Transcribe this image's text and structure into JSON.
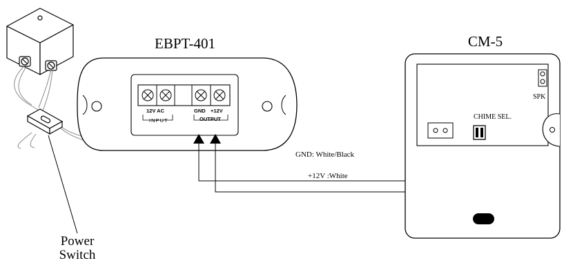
{
  "devices": {
    "adapter_title": "EBPT-401",
    "monitor_title": "CM-5"
  },
  "terminals": {
    "input_voltage": "12V AC",
    "input_label": "INPUT",
    "gnd": "GND",
    "plus12": "+12V",
    "output_label": "OUTPUT"
  },
  "monitor": {
    "speaker": "SPK",
    "chime": "CHIME SEL."
  },
  "wires": {
    "gnd_label": "GND: White/Black",
    "plus12_label": "+12V :White"
  },
  "power_switch": {
    "line1": "Power",
    "line2": "Switch"
  },
  "colors": {
    "line": "#000000",
    "wire_gray": "#888888"
  }
}
